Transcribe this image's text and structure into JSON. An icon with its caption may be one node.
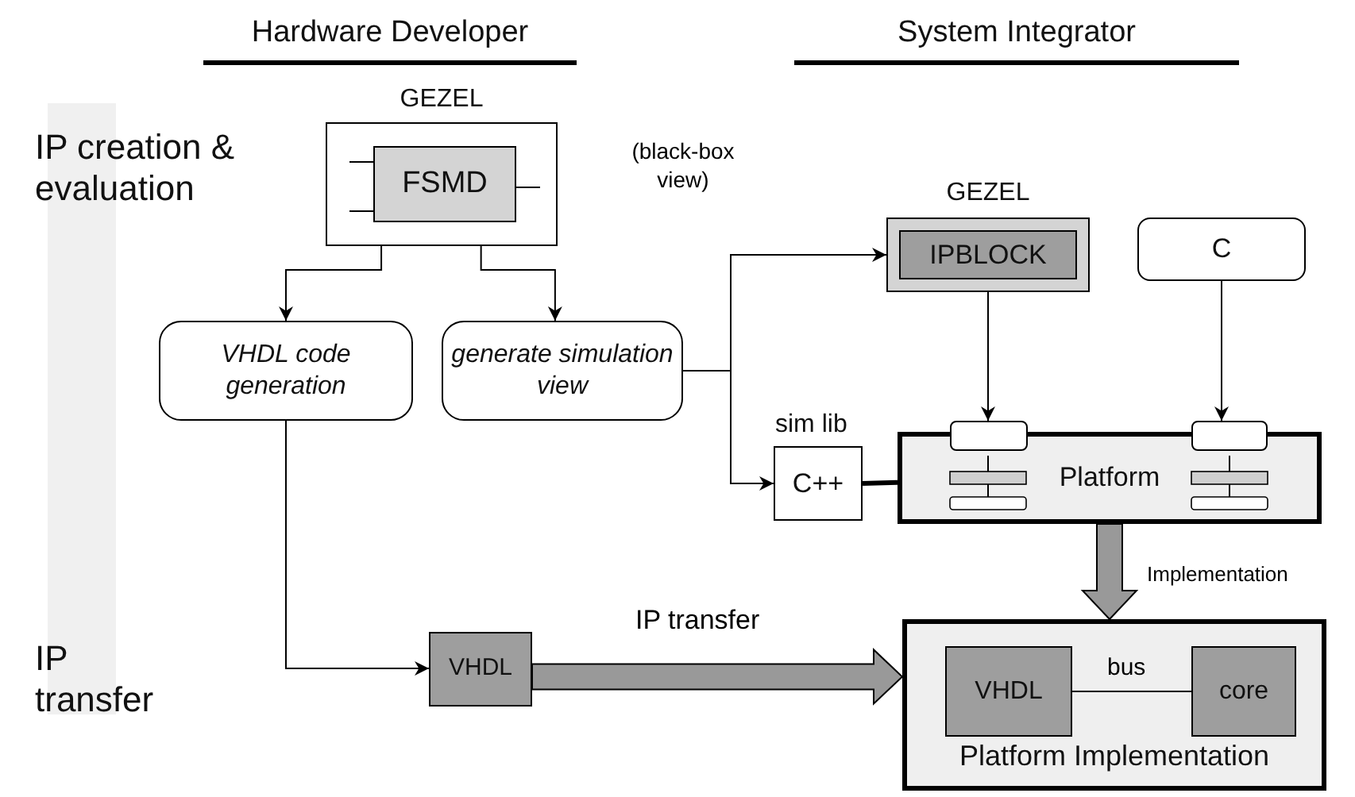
{
  "diagram": {
    "nodes": [
      {
        "text": [
          "GEZEL"
        ]
      },
      {
        "text": [
          "FSMD"
        ],
        "in": 0
      },
      {
        "text": [
          "VHDL code generation"
        ]
      },
      {
        "text": [
          "generate simulation view"
        ]
      },
      {
        "text": [
          "GEZEL"
        ]
      },
      {
        "text": [
          "IPBLOCK"
        ],
        "in": 4
      },
      {
        "text": [
          "C"
        ]
      },
      {
        "text": [
          "C++"
        ],
        "beside": [
          "sim lib"
        ]
      },
      {
        "text": [
          "Platform"
        ]
      },
      {
        "text": [],
        "shape": "box"
      },
      {
        "text": [],
        "shape": "box"
      },
      {
        "text": [
          "VHDL"
        ]
      },
      {
        "text": [
          "Platform Implementation"
        ]
      },
      {
        "text": [
          "VHDL"
        ],
        "in": 12
      },
      {
        "text": [
          "core"
        ],
        "in": 12
      }
    ],
    "edges": [
      {
        "from": 0,
        "to": 2,
        "arrow": "to"
      },
      {
        "from": 0,
        "to": 3,
        "arrow": "to"
      },
      {
        "from": 3,
        "to": 4,
        "arrow": "to"
      },
      {
        "from": 3,
        "to": 7,
        "arrow": "to"
      },
      {
        "from": 2,
        "to": 11,
        "arrow": "to"
      },
      {
        "from": 7,
        "to": 8,
        "arrow": "none",
        "style": "thick"
      },
      {
        "from": 4,
        "to": 9,
        "arrow": "to"
      },
      {
        "from": 6,
        "to": 10,
        "arrow": "to"
      },
      {
        "from": 8,
        "to": 12,
        "arrow": "to",
        "label": "Implementation",
        "style": "thick",
        "color": "#999999"
      },
      {
        "from": 11,
        "to": 12,
        "arrow": "to",
        "label": "IP transfer",
        "style": "thick",
        "color": "#999999"
      },
      {
        "from": 13,
        "to": 14,
        "arrow": "none",
        "label": "bus"
      }
    ],
    "labels": [
      "Hardware Developer",
      "System Integrator",
      "IP creation & evaluation",
      "(black-box view)",
      "IP transfer"
    ]
  }
}
